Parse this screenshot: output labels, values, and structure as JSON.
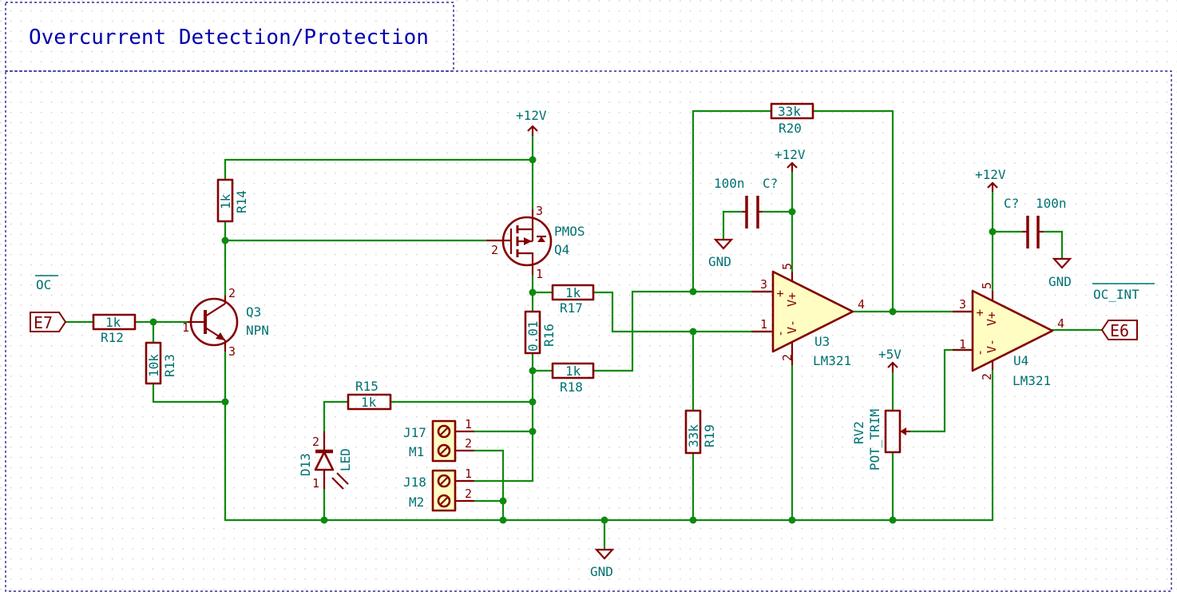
{
  "sheet": {
    "title": "Overcurrent Detection/Protection"
  },
  "labels": {
    "oc_bar": "OC",
    "oc_int_bar": "OC_INT",
    "e7": "E7",
    "e6": "E6"
  },
  "power": {
    "p12_q4": "+12V",
    "p12_u3": "+12V",
    "p12_u4": "+12V",
    "p5_rv2": "+5V",
    "gnd_cu3": "GND",
    "gnd_cu4": "GND",
    "gnd_main": "GND"
  },
  "components": {
    "R12": {
      "ref": "R12",
      "value": "1k"
    },
    "R13": {
      "ref": "R13",
      "value": "10k"
    },
    "R14": {
      "ref": "R14",
      "value": "1k"
    },
    "R15": {
      "ref": "R15",
      "value": "1k"
    },
    "R16": {
      "ref": "R16",
      "value": "0.01"
    },
    "R17": {
      "ref": "R17",
      "value": "1k"
    },
    "R18": {
      "ref": "R18",
      "value": "1k"
    },
    "R19": {
      "ref": "R19",
      "value": "33k"
    },
    "R20": {
      "ref": "R20",
      "value": "33k"
    },
    "Q3": {
      "ref": "Q3",
      "value": "NPN"
    },
    "Q4": {
      "ref": "Q4",
      "value": "PMOS"
    },
    "U3": {
      "ref": "U3",
      "value": "LM321"
    },
    "U4": {
      "ref": "U4",
      "value": "LM321"
    },
    "C_U3": {
      "ref": "C?",
      "value": "100n"
    },
    "C_U4": {
      "ref": "C?",
      "value": "100n"
    },
    "D13": {
      "ref": "D13",
      "value": "LED"
    },
    "J17": {
      "ref": "J17",
      "value": "M1"
    },
    "J18": {
      "ref": "J18",
      "value": "M2"
    },
    "RV2": {
      "ref": "RV2",
      "value": "POT_TRIM"
    }
  },
  "pins": {
    "q3_b": "1",
    "q3_c": "2",
    "q3_e": "3",
    "q4_g": "2",
    "q4_s": "3",
    "q4_d": "1",
    "u3_in_p": "3",
    "u3_in_n": "1",
    "u3_out": "4",
    "u3_vp": "5",
    "u3_vn": "2",
    "u4_in_p": "3",
    "u4_in_n": "1",
    "u4_out": "4",
    "u4_vp": "5",
    "u4_vn": "2",
    "j17_1": "1",
    "j17_2": "2",
    "j18_1": "1",
    "j18_2": "2",
    "d13_a": "2",
    "d13_k": "1",
    "opamp_vplus": "V+",
    "opamp_vminus": "V-",
    "opamp_plus": "+",
    "opamp_minus": "-"
  }
}
